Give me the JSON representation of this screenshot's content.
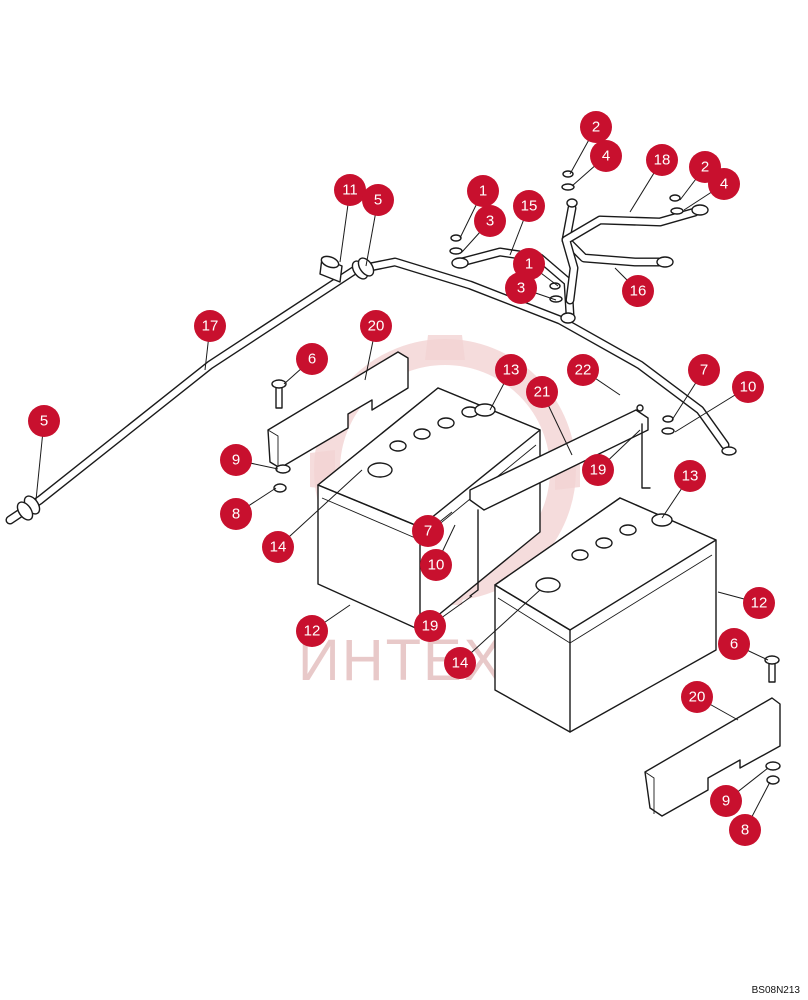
{
  "drawing_code": "BS08N213",
  "watermark_text": "ИНТЕХ",
  "callouts": [
    {
      "label": "2"
    },
    {
      "label": "4"
    },
    {
      "label": "18"
    },
    {
      "label": "2"
    },
    {
      "label": "4"
    },
    {
      "label": "1"
    },
    {
      "label": "3"
    },
    {
      "label": "15"
    },
    {
      "label": "1"
    },
    {
      "label": "3"
    },
    {
      "label": "16"
    },
    {
      "label": "11"
    },
    {
      "label": "5"
    },
    {
      "label": "17"
    },
    {
      "label": "20"
    },
    {
      "label": "6"
    },
    {
      "label": "13"
    },
    {
      "label": "22"
    },
    {
      "label": "21"
    },
    {
      "label": "7"
    },
    {
      "label": "10"
    },
    {
      "label": "9"
    },
    {
      "label": "8"
    },
    {
      "label": "19"
    },
    {
      "label": "13"
    },
    {
      "label": "7"
    },
    {
      "label": "10"
    },
    {
      "label": "14"
    },
    {
      "label": "12"
    },
    {
      "label": "19"
    },
    {
      "label": "14"
    },
    {
      "label": "12"
    },
    {
      "label": "5"
    },
    {
      "label": "6"
    },
    {
      "label": "20"
    },
    {
      "label": "9"
    },
    {
      "label": "8"
    }
  ]
}
